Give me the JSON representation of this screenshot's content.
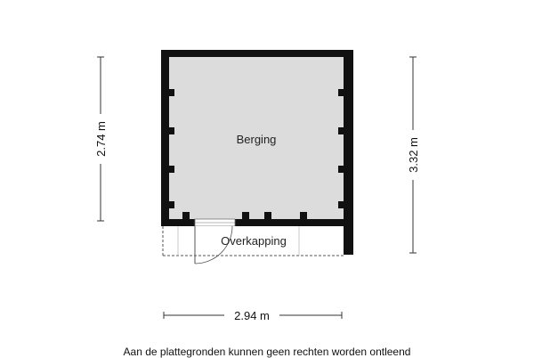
{
  "rooms": {
    "storage": "Berging",
    "canopy": "Overkapping"
  },
  "dimensions": {
    "left_height": "2.74 m",
    "right_height": "3.32 m",
    "bottom_width": "2.94 m"
  },
  "colors": {
    "wall": "#111111",
    "floor": "#dcdcdc",
    "dim_line": "#333333",
    "dashed_outline": "#555555"
  },
  "disclaimer": "Aan de plattegronden kunnen geen rechten worden ontleend"
}
